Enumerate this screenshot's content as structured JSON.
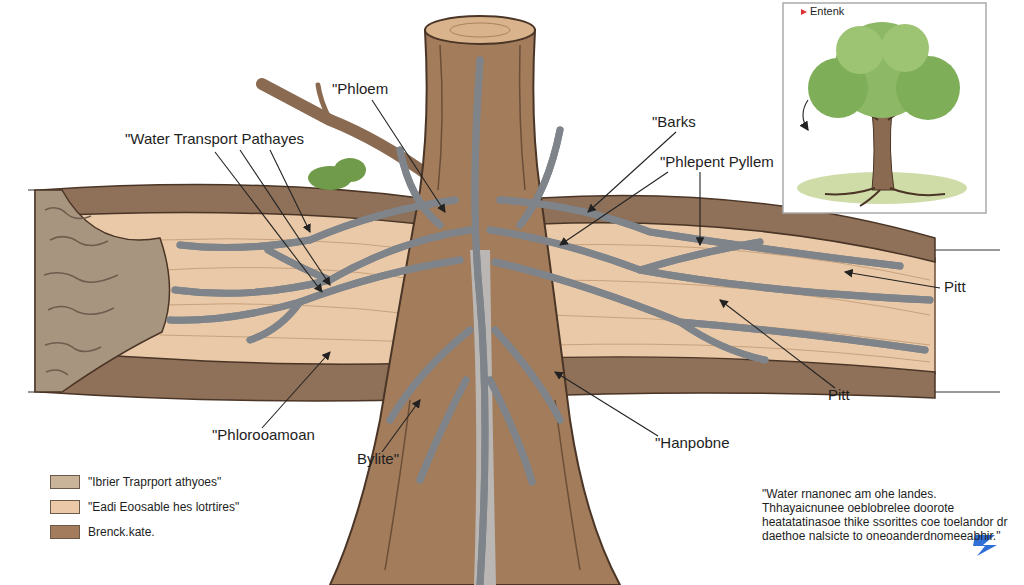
{
  "diagram": {
    "labels": [
      "Entenk",
      "\"Phloem",
      "\"Barks",
      "\"Water Transport Pathayes",
      "\"Phlepent Pyllem",
      "Pitt",
      "Pitt",
      "\"Phlorooamoan",
      "Bylite\"",
      "\"Hanpobne",
      "\"Water rnanonec am ohe landes. Thhayaicnunee oeblobrelee doorote heatatatinasoe thike ssorittes coe toelandor dr daethoe nalsicte to oneoanderdnomeeabhir.\""
    ],
    "legend": [
      {
        "text": "\"Ibrier Traprport athyoes\"",
        "color": "#c9b49a"
      },
      {
        "text": "\"Eadi Eoosable hes lotrtires\"",
        "color": "#ebc9a8"
      },
      {
        "text": "Brenck.kate.",
        "color": "#a27c5c"
      }
    ]
  }
}
